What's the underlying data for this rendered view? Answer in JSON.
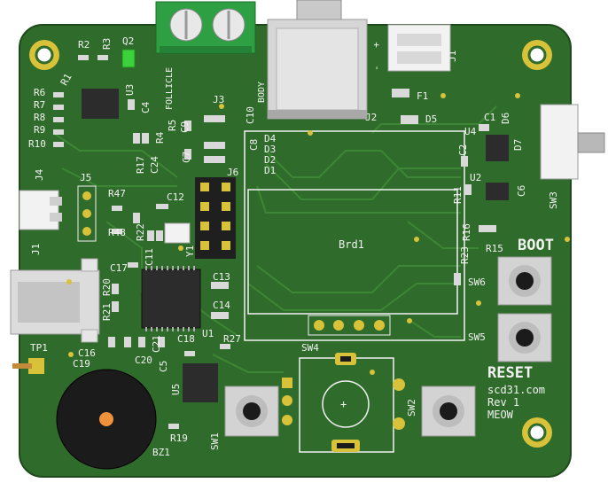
{
  "board": {
    "name": "Brd1",
    "boot_label": "BOOT",
    "reset_label": "RESET",
    "website": "scd31.com",
    "revision": "Rev 1",
    "codename": "MEOW",
    "follicle_label": "FOLLICLE",
    "body_label": "BODY"
  },
  "colors": {
    "soldermask": "#2f6b2a",
    "copper": "#3a7d33",
    "silkscreen": "#f2f2f2",
    "pad_gold": "#d8c23a",
    "led_green": "#3cd23c",
    "terminal": "#2ea043"
  },
  "designators": {
    "R1": "R1",
    "R2": "R2",
    "R3": "R3",
    "Q2": "Q2",
    "U3": "U3",
    "R6": "R6",
    "R7": "R7",
    "R8": "R8",
    "R9": "R9",
    "R10": "R10",
    "C4": "C4",
    "R4": "R4",
    "R5": "R5",
    "C9": "C9",
    "C7": "C7",
    "C8": "C8",
    "C10": "C10",
    "J3": "J3",
    "J2": "J2",
    "F1": "F1",
    "D5": "D5",
    "C1": "C1",
    "D6": "D6",
    "U4": "U4",
    "C2": "C2",
    "D7": "D7",
    "U2": "U2",
    "C6": "C6",
    "R11": "R11",
    "SW3": "SW3",
    "D4": "D4",
    "D3": "D3",
    "D2": "D2",
    "D1": "D1",
    "J6": "J6",
    "J5": "J5",
    "J4": "J4",
    "R17": "R17",
    "C24": "C24",
    "R47": "R47",
    "R48": "R48",
    "C12": "C12",
    "R22": "R22",
    "C11": "C11",
    "Y1": "Y1",
    "J1": "J1",
    "C17": "C17",
    "R20": "R20",
    "R21": "R21",
    "C13": "C13",
    "C14": "C14",
    "U1": "U1",
    "TP1": "TP1",
    "C16": "C16",
    "C19": "C19",
    "C21": "C21",
    "C18": "C18",
    "C5": "C5",
    "C20": "C20",
    "R27": "R27",
    "U5": "U5",
    "R19": "R19",
    "BZ1": "BZ1",
    "SW1": "SW1",
    "SW4": "SW4",
    "SW2": "SW2",
    "SW5": "SW5",
    "SW6": "SW6",
    "R15": "R15",
    "R16": "R16",
    "R23": "R23",
    "J1_top": "J1",
    "plus": "+",
    "minus": "-"
  }
}
